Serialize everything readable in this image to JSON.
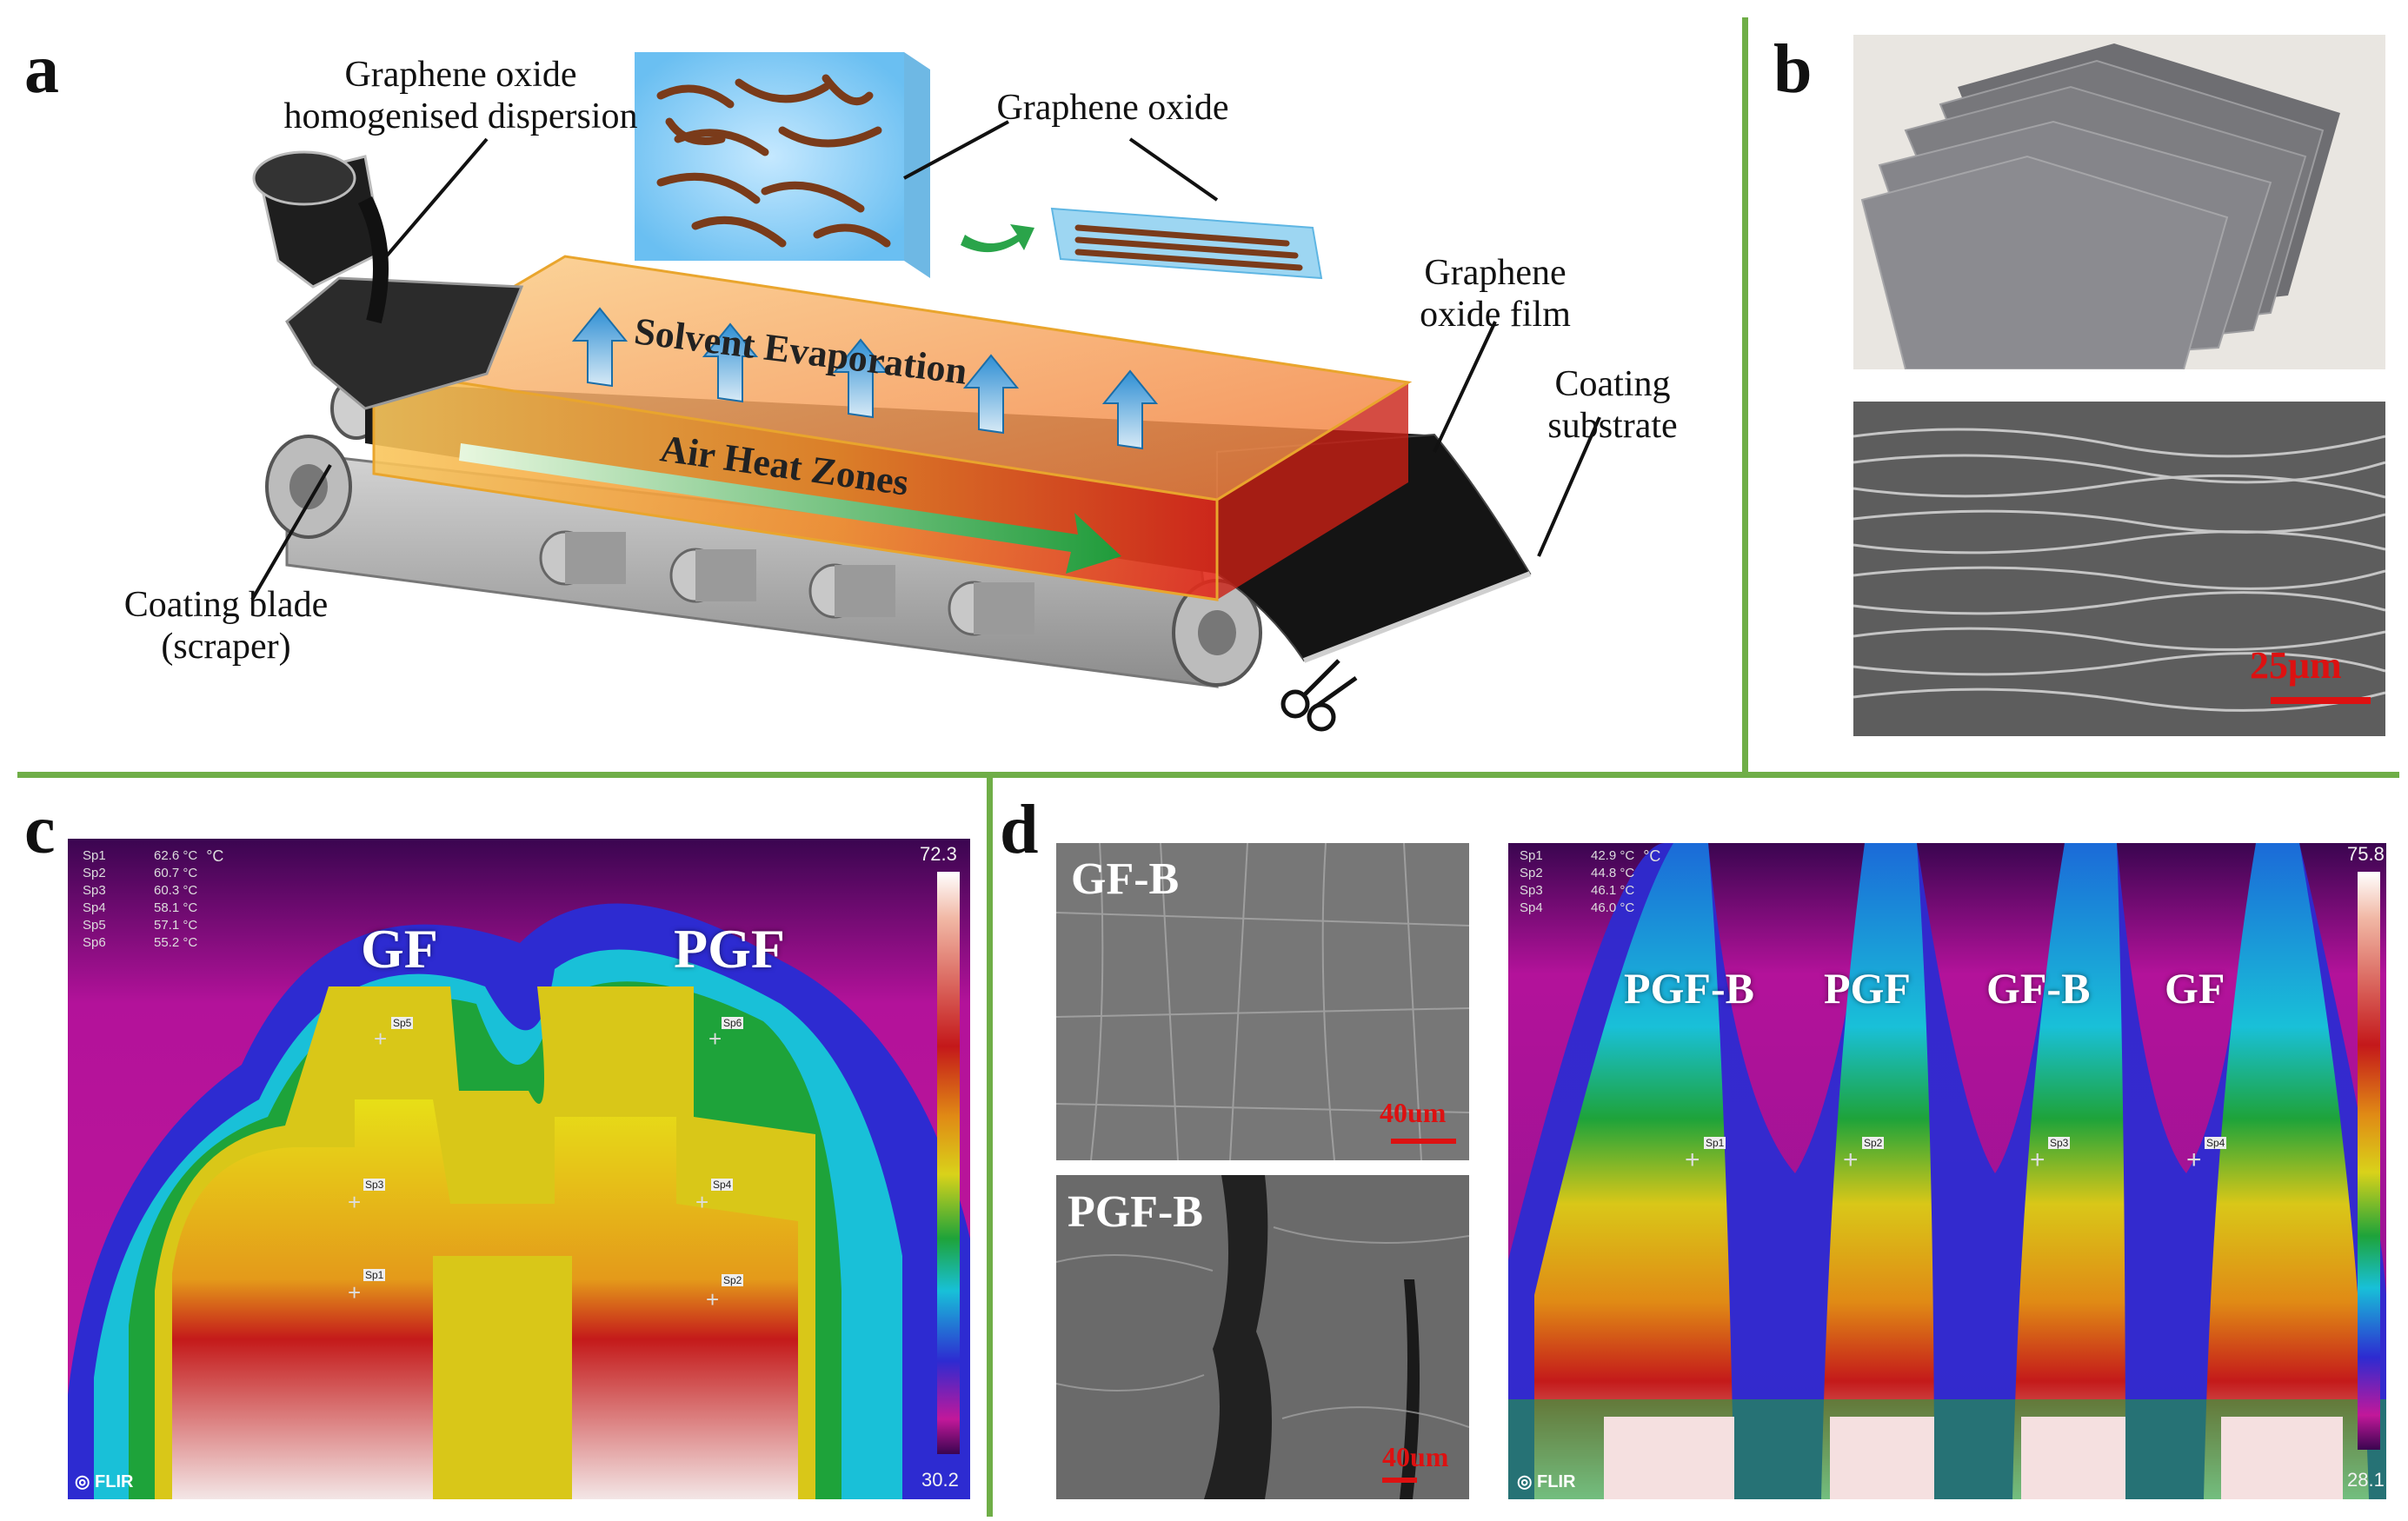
{
  "panels": {
    "a": "a",
    "b": "b",
    "c": "c",
    "d": "d"
  },
  "panel_a": {
    "dispersion_label": [
      "Graphene oxide",
      "homogenised dispersion"
    ],
    "go_label": "Graphene oxide",
    "solvent_label": "Solvent Evaporation",
    "heat_label": "Air Heat Zones",
    "film_label": [
      "Graphene",
      "oxide film"
    ],
    "substrate_label": [
      "Coating",
      "substrate"
    ],
    "blade_label": [
      "Coating blade",
      "(scraper)"
    ]
  },
  "panel_b": {
    "scale_bar": "25μm"
  },
  "panel_c": {
    "labels": [
      "GF",
      "PGF"
    ],
    "spots": [
      {
        "id": "Sp1",
        "temp": "62.6 °C"
      },
      {
        "id": "Sp2",
        "temp": "60.7 °C"
      },
      {
        "id": "Sp3",
        "temp": "60.3 °C"
      },
      {
        "id": "Sp4",
        "temp": "58.1 °C"
      },
      {
        "id": "Sp5",
        "temp": "57.1 °C"
      },
      {
        "id": "Sp6",
        "temp": "55.2 °C"
      }
    ],
    "unit": "°C",
    "scale_max": "72.3",
    "scale_min": "30.2",
    "markers": [
      "Sp5",
      "Sp6",
      "Sp3",
      "Sp4",
      "Sp1",
      "Sp2"
    ],
    "brand": "FLIR"
  },
  "panel_d": {
    "sem_top_label": "GF-B",
    "sem_bottom_label": "PGF-B",
    "scale_bar_top": "40um",
    "scale_bar_bottom": "40um",
    "labels": [
      "PGF-B",
      "PGF",
      "GF-B",
      "GF"
    ],
    "spots": [
      {
        "id": "Sp1",
        "temp": "42.9 °C"
      },
      {
        "id": "Sp2",
        "temp": "44.8 °C"
      },
      {
        "id": "Sp3",
        "temp": "46.1 °C"
      },
      {
        "id": "Sp4",
        "temp": "46.0 °C"
      }
    ],
    "unit": "°C",
    "scale_max": "75.8",
    "scale_min": "28.1",
    "markers": [
      "Sp1",
      "Sp2",
      "Sp3",
      "Sp4"
    ],
    "brand": "FLIR"
  },
  "colors": {
    "divider": "#6fae47",
    "heat_orange": "#f7a23a",
    "scale_red": "#dd1111"
  }
}
